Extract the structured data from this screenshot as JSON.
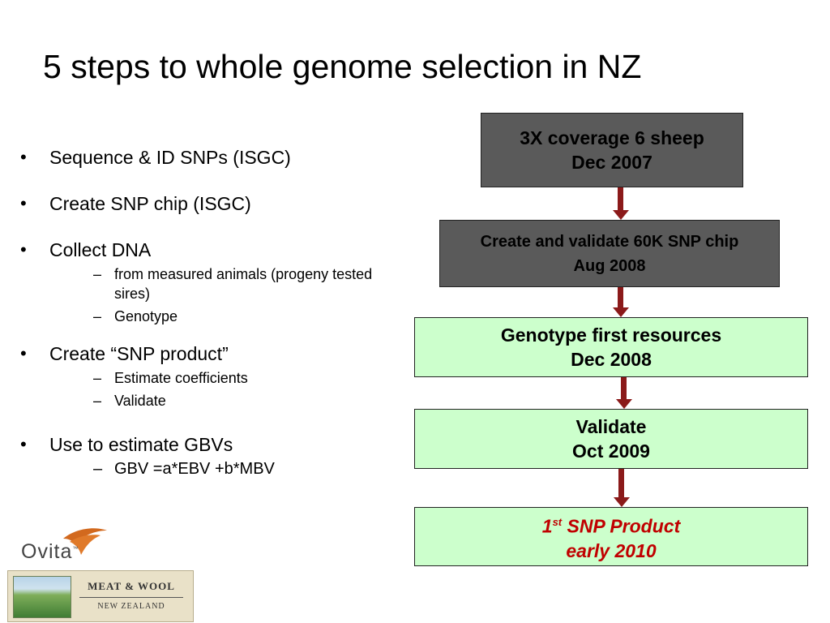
{
  "slide": {
    "title": "5 steps to whole genome selection in NZ"
  },
  "bullets": {
    "marker": "•",
    "sub_marker": "–",
    "items": [
      {
        "text": "Sequence & ID SNPs (ISGC)"
      },
      {
        "text": "Create SNP chip (ISGC)"
      },
      {
        "text": "Collect DNA",
        "subitems": [
          "from measured animals (progeny tested sires)",
          "Genotype"
        ]
      },
      {
        "text": "Create “SNP product”",
        "subitems": [
          "Estimate coefficients",
          "Validate"
        ]
      },
      {
        "text": "Use to estimate GBVs",
        "subitems": [
          "GBV =a*EBV +b*MBV"
        ]
      }
    ]
  },
  "flow": {
    "steps": [
      {
        "line1": "3X coverage 6 sheep",
        "line2": "Dec 2007",
        "fill": "#5a5a5a"
      },
      {
        "line1": "Create and validate 60K SNP chip",
        "line2": "Aug 2008",
        "fill": "#5a5a5a"
      },
      {
        "line1": "Genotype first resources",
        "line2": "Dec 2008",
        "fill": "#ccffcc"
      },
      {
        "line1": "Validate",
        "line2": "Oct 2009",
        "fill": "#ccffcc"
      },
      {
        "line1_num": "1",
        "line1_sup": "st",
        "line1_rest": " SNP Product",
        "line2": "early 2010",
        "fill": "#ccffcc",
        "text_color": "#c00000"
      }
    ],
    "arrow_color": "#8b1a1a"
  },
  "logos": {
    "ovita": {
      "name": "Ovita",
      "tm": "™",
      "swoosh_color": "#d2691e"
    },
    "meat_wool": {
      "title": "MEAT & WOOL",
      "subtitle": "NEW ZEALAND"
    }
  }
}
